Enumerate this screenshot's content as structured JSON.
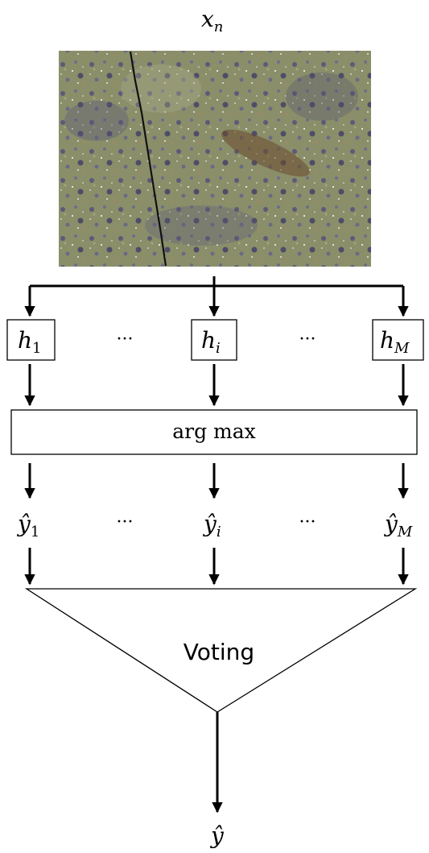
{
  "input": {
    "label_base": "x",
    "label_sub": "n"
  },
  "models": [
    {
      "base": "h",
      "sub": "1"
    },
    {
      "base": "h",
      "sub": "i"
    },
    {
      "base": "h",
      "sub": "M"
    }
  ],
  "ellipsis": "···",
  "argmax_label": "arg max",
  "predictions": [
    {
      "base": "ŷ",
      "sub": "1"
    },
    {
      "base": "ŷ",
      "sub": "i"
    },
    {
      "base": "ŷ",
      "sub": "M"
    }
  ],
  "voting_label": "Voting",
  "output_label": "ŷ"
}
